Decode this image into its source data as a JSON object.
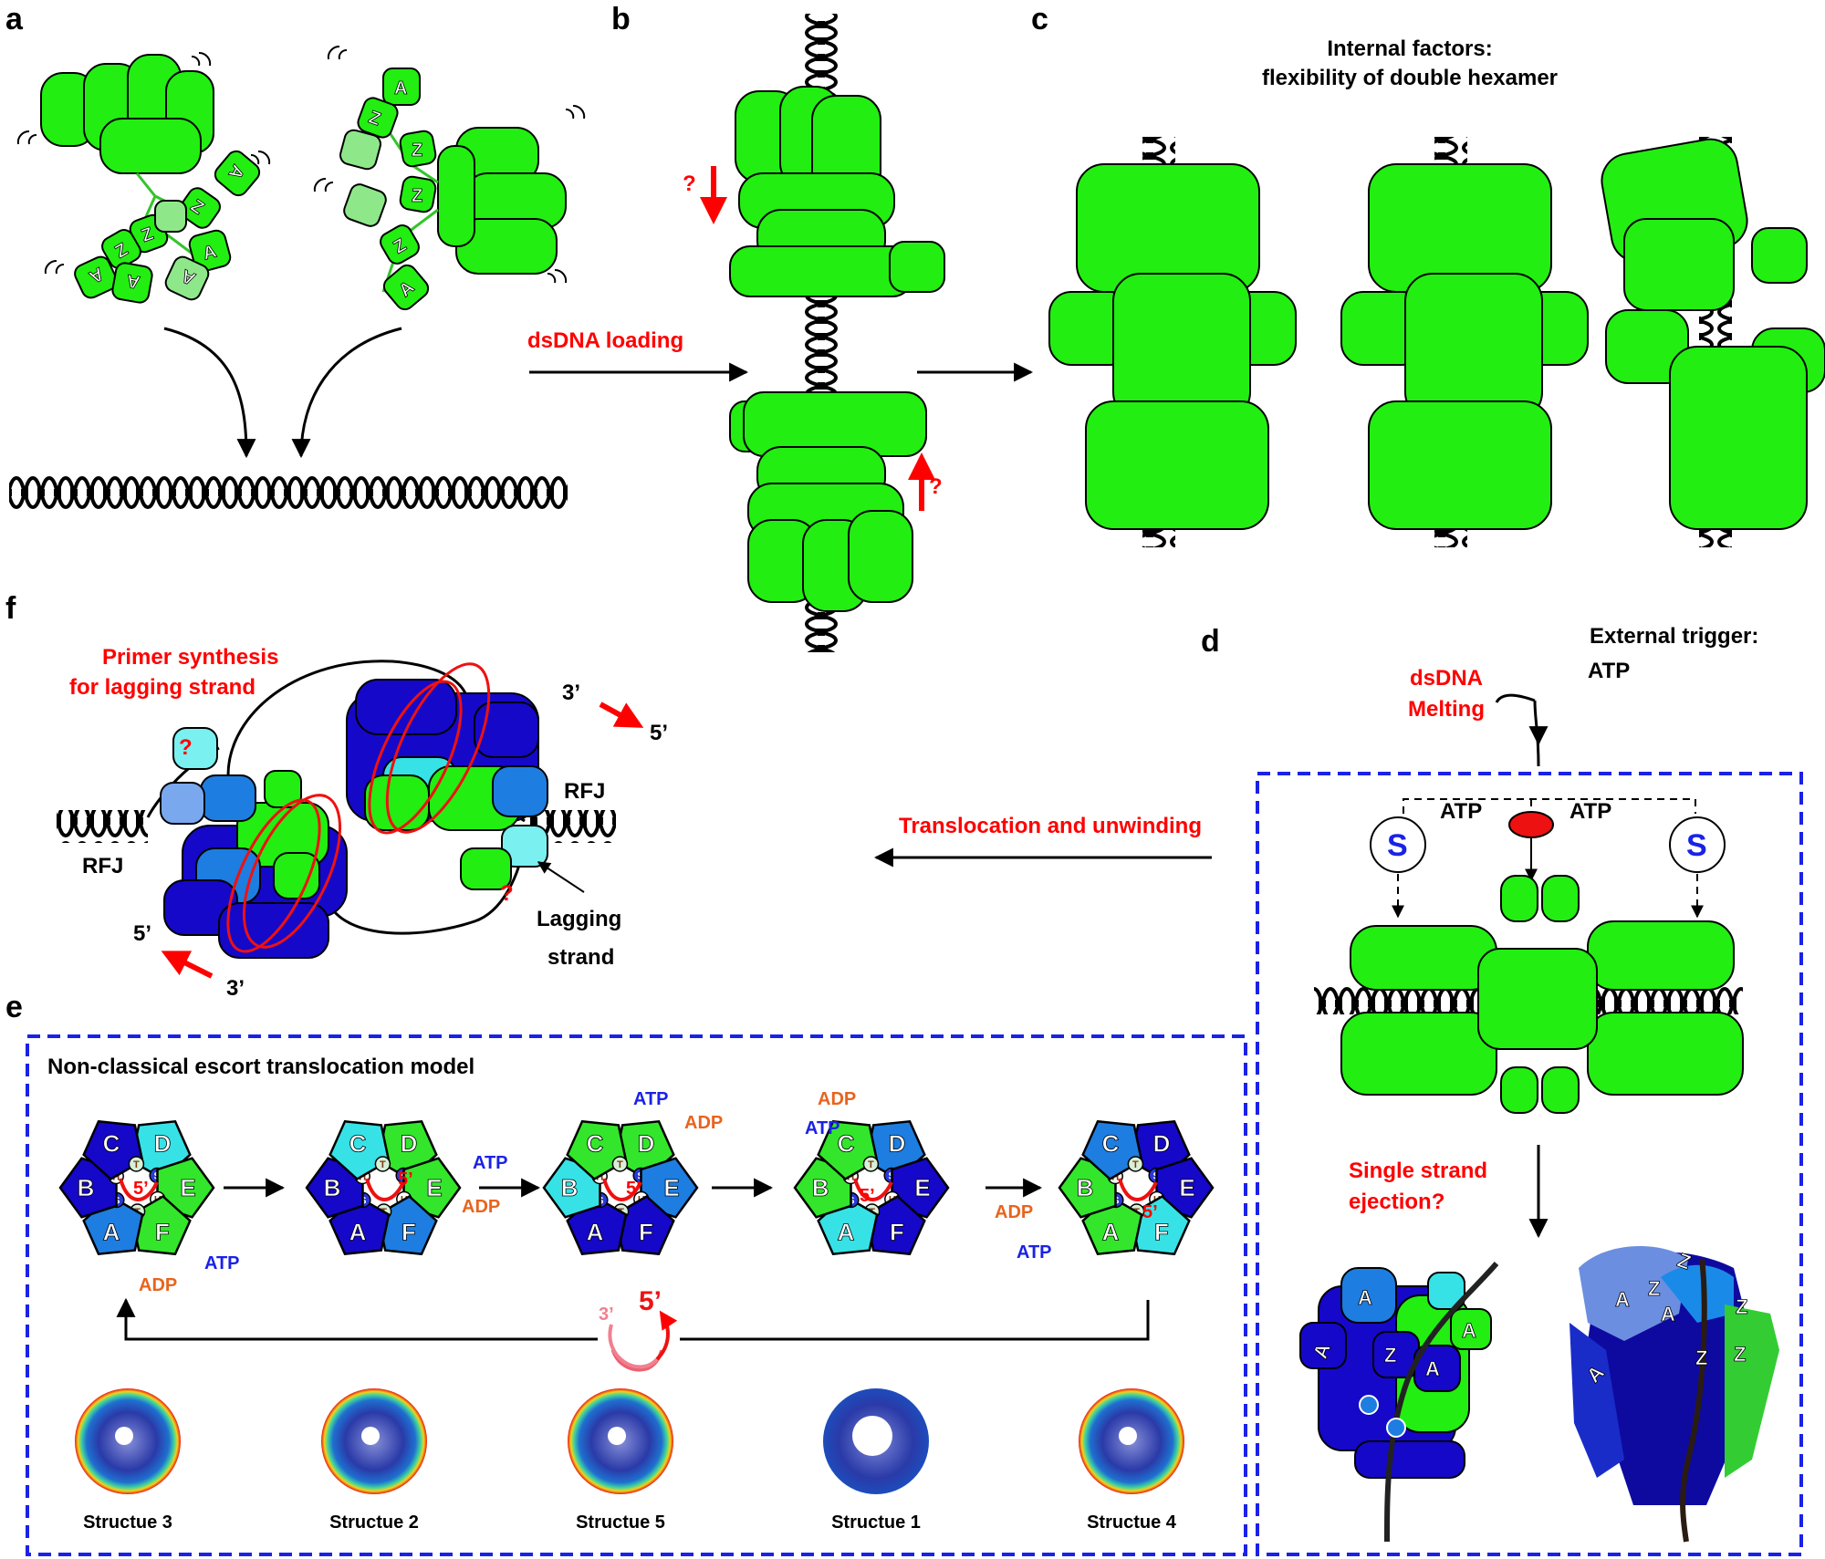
{
  "panels": {
    "a": "a",
    "b": "b",
    "c": "c",
    "d": "d",
    "e": "e",
    "f": "f"
  },
  "panel_b": {
    "loading": "dsDNA loading",
    "question": "?"
  },
  "panel_c": {
    "title_line1": "Internal factors:",
    "title_line2": "flexibility of double hexamer"
  },
  "panel_d": {
    "external_line1": "External trigger:",
    "external_line2": "ATP",
    "melting_line1": "dsDNA",
    "melting_line2": "Melting",
    "atp_label": "ATP",
    "s_label": "S",
    "ejection_line1": "Single strand",
    "ejection_line2": "ejection?",
    "subunit_a": "A",
    "subunit_z": "Z"
  },
  "panel_f": {
    "primer_line1": "Primer synthesis",
    "primer_line2": "for lagging strand",
    "rfj": "RFJ",
    "lagging_line1": "Lagging",
    "lagging_line2": "strand",
    "three_prime": "3’",
    "five_prime": "5’",
    "translocation": "Translocation and unwinding",
    "question": "?"
  },
  "panel_e": {
    "title": "Non-classical escort translocation model",
    "atp": "ATP",
    "adp": "ADP",
    "five_prime": "5’",
    "three_prime": "3’",
    "ring_badges": {
      "s": "S",
      "h": "H",
      "t": "T"
    },
    "structures": [
      "Structue 3",
      "Structue 2",
      "Structue 5",
      "Structue 1",
      "Structue 4"
    ],
    "rings": [
      {
        "labels": [
          "D",
          "E",
          "F",
          "A",
          "B",
          "C"
        ],
        "colors": [
          "#37e2e6",
          "#33e62b",
          "#33e62b",
          "#1e7de0",
          "#1508c8",
          "#1508c8"
        ]
      },
      {
        "labels": [
          "D",
          "E",
          "F",
          "A",
          "B",
          "C"
        ],
        "colors": [
          "#33e62b",
          "#33e62b",
          "#1e7de0",
          "#1508c8",
          "#1508c8",
          "#37e2e6"
        ]
      },
      {
        "labels": [
          "D",
          "E",
          "F",
          "A",
          "B",
          "C"
        ],
        "colors": [
          "#33e62b",
          "#1e7de0",
          "#1508c8",
          "#1508c8",
          "#37e2e6",
          "#33e62b"
        ]
      },
      {
        "labels": [
          "D",
          "E",
          "F",
          "A",
          "B",
          "C"
        ],
        "colors": [
          "#1e7de0",
          "#1508c8",
          "#1508c8",
          "#37e2e6",
          "#33e62b",
          "#33e62b"
        ]
      },
      {
        "labels": [
          "D",
          "E",
          "F",
          "A",
          "B",
          "C"
        ],
        "colors": [
          "#1508c8",
          "#1508c8",
          "#37e2e6",
          "#33e62b",
          "#33e62b",
          "#1e7de0"
        ]
      }
    ]
  },
  "colors": {
    "mcm_green": "#22ee11",
    "mcm_green_light": "#8ee88a",
    "blue_dark": "#1508c8",
    "blue_mid": "#1e7de0",
    "cyan": "#37e2e6",
    "arrow_red": "#ff0000",
    "dashed_box": "#1a22e6",
    "atp_blue": "#1a22e6",
    "adp_orange": "#e8641e"
  }
}
